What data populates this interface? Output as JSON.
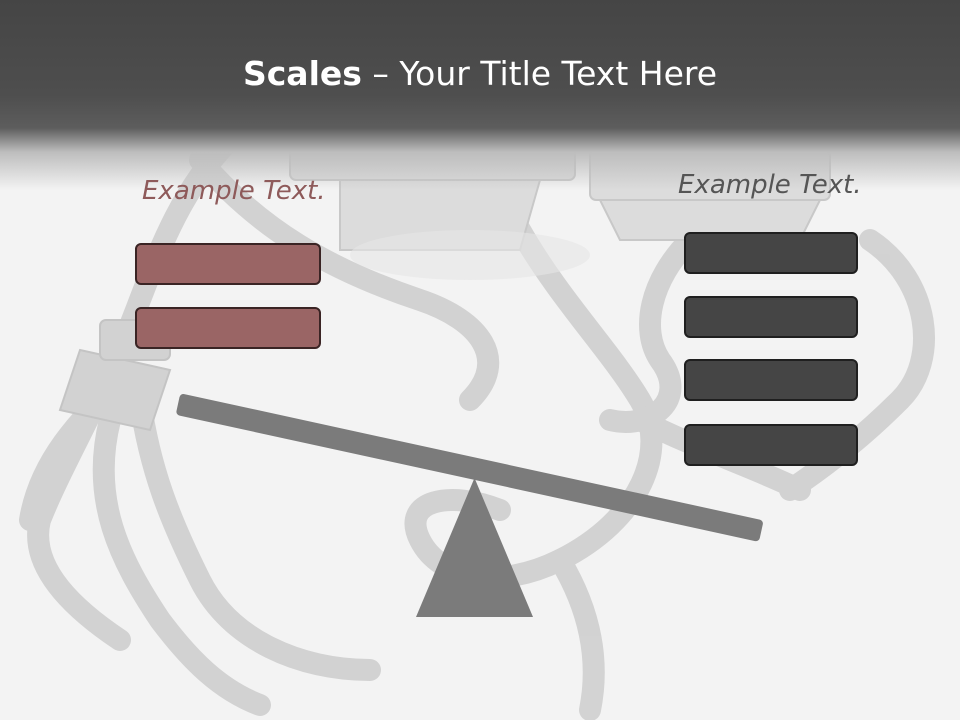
{
  "slide": {
    "title_bold": "Scales",
    "title_rest": " – Your Title Text Here",
    "left_label": "Example Text.",
    "right_label": "Example Text."
  },
  "colors": {
    "header": "#4b4b4b",
    "title_text": "#ffffff",
    "left_label": "#8e5a5a",
    "right_label": "#555555",
    "left_bar_fill": "#9a6565",
    "right_bar_fill": "#454545",
    "beam": "#7b7b7b",
    "fulcrum": "#7b7b7b",
    "background": "#f3f3f3"
  },
  "left_bars": [
    "",
    ""
  ],
  "right_bars": [
    "",
    "",
    "",
    ""
  ]
}
